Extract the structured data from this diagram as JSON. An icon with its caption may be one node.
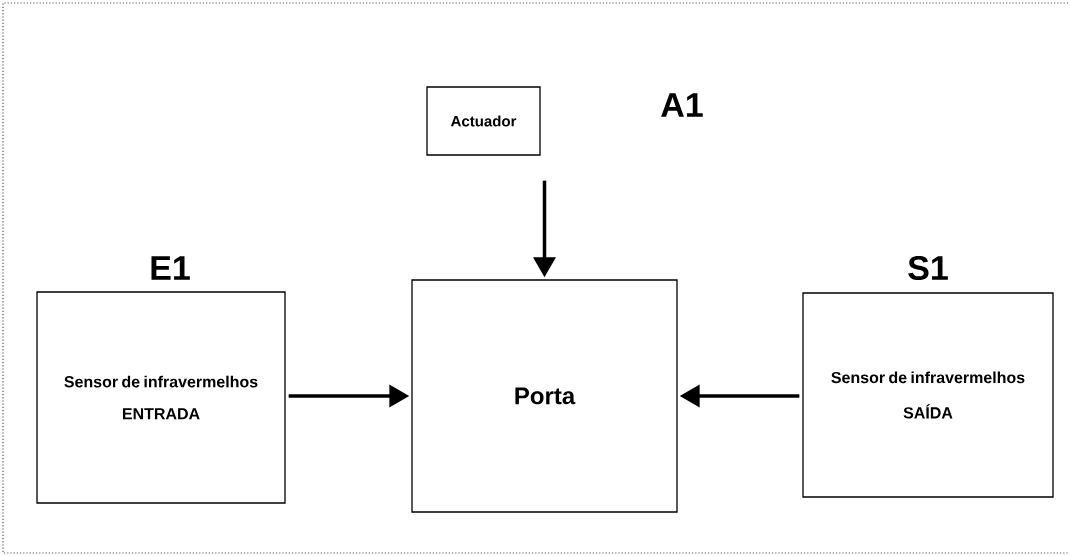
{
  "diagram": {
    "nodes": [
      {
        "text": [
          "A1",
          "Actuador"
        ]
      },
      {
        "text": [
          "E1",
          "Sensor de infravermelhos",
          "ENTRADA"
        ]
      },
      {
        "text": [
          "Porta"
        ]
      },
      {
        "text": [
          "S1",
          "Sensor de infravermelhos",
          "SAÍDA"
        ]
      }
    ],
    "edges": [
      {
        "from": 0,
        "to": 2,
        "arrow": "to"
      },
      {
        "from": 1,
        "to": 2,
        "arrow": "to"
      },
      {
        "from": 3,
        "to": 2,
        "arrow": "to"
      }
    ]
  }
}
